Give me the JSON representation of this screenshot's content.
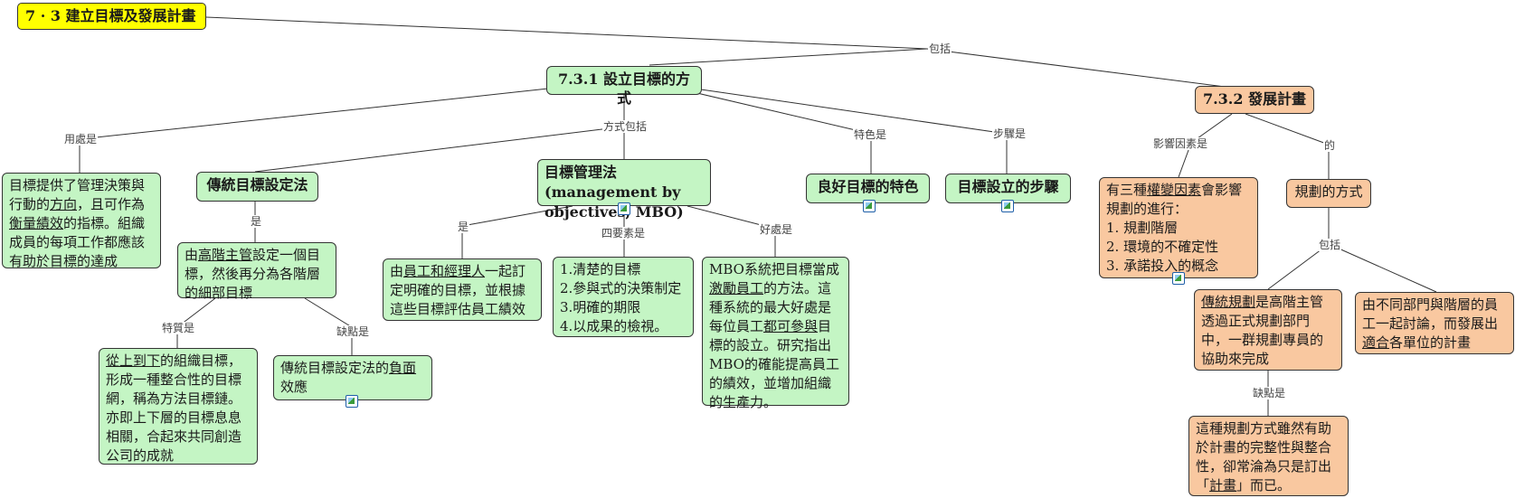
{
  "root": {
    "label": "7 · 3  建立目標及發展計畫"
  },
  "links": {
    "root_includes": "包括",
    "usage": "用處是",
    "methods_include": "方式包括",
    "features": "特色是",
    "steps": "步驟是",
    "trad_is": "是",
    "trad_trait": "特質是",
    "trad_flaw": "缺點是",
    "mbo_is": "是",
    "mbo_four": "四要素是",
    "mbo_benefit": "好處是",
    "influence": "影響因素是",
    "of": "的",
    "plan_include": "包括",
    "plan_flaw": "缺點是"
  },
  "nodes": {
    "s731": "7.3.1  設立目標的方式",
    "s732": "7.3.2  發展計畫",
    "usage": {
      "p1": "目標提供了管理決策與行動的",
      "u1": "方向",
      "p2": "，且可作為",
      "u2": "衡量績效",
      "p3": "的指標。組織成員的每項工作都應該有助於目標的達成"
    },
    "trad": "傳統目標設定法",
    "trad_desc": {
      "p1": "由",
      "u1": "高階主管",
      "p2": "設定一個目標，然後再分為各階層的細部目標"
    },
    "trad_trait": {
      "u1": "從上到下",
      "p1": "的組織目標，形成一種整合性的目標網，稱為方法目標鏈。亦即上下層的目標息息相關，合起來共同創造公司的成就"
    },
    "trad_flaw": {
      "p1": "傳統目標設定法的",
      "u1": "負面",
      "p2": "效應"
    },
    "mbo": "目標管理法(management by objectives, MBO)",
    "mbo_desc": {
      "p1": "由",
      "u1": "員工和經理人",
      "p2": "一起訂定明確的目標，並根據這些目標評估員工績效"
    },
    "mbo_four": [
      "1.清楚的目標",
      "2.參與式的決策制定",
      "3.明確的期限",
      "4.以成果的檢視。"
    ],
    "mbo_benefit": {
      "p1": "MBO系統把目標當成",
      "u1": "激勵員工",
      "p2": "的方法。這種系統的最大好處是每位員工",
      "u2": "都可參與",
      "p3": "目標的設立。研究指出MBO的確能提高員工的績效，並增加組織的生產力。"
    },
    "features": "良好目標的特色",
    "steps": "目標設立的步驟",
    "influence": {
      "p1": "有三種",
      "u1": "權變因素",
      "p2": "會影響規劃的進行：",
      "items": [
        "1. 規劃階層",
        "2. 環境的不確定性",
        "3. 承諾投入的概念"
      ]
    },
    "plan_way": "規劃的方式",
    "plan_trad": {
      "u1": "傳統規劃",
      "p1": "是高階主管透過正式規劃部門中，一群規劃專員的協助來完成"
    },
    "plan_dept": {
      "p1": "由不同部門與階層的員工一起討論，而發展出",
      "u1": "適合",
      "p2": "各單位的計畫"
    },
    "plan_flaw": {
      "p1": "這種規劃方式雖然有助於計畫的完整性與整合性，卻常淪為只是訂出「",
      "u1": "計畫",
      "p2": "」而已。"
    }
  },
  "colors": {
    "green": "#c4f5c4",
    "orange": "#f9c8a0",
    "yellow": "#ffff00",
    "line": "#333333"
  }
}
